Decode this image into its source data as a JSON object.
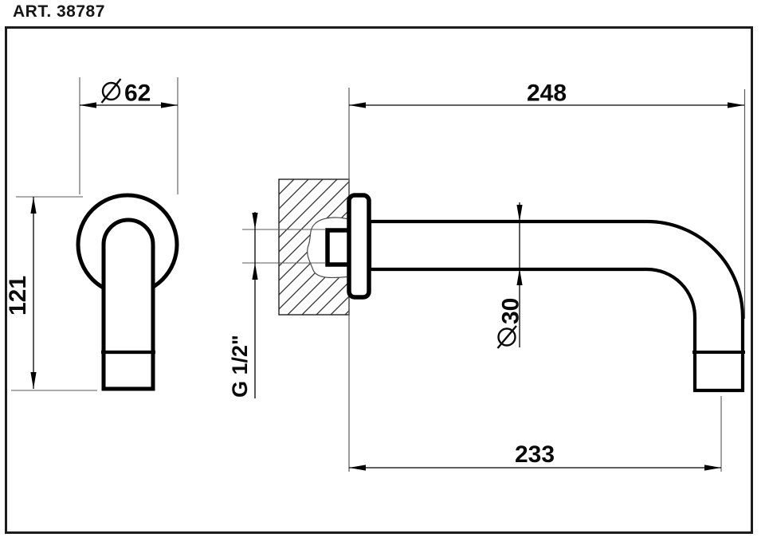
{
  "title": "ART. 38787",
  "dimensions": {
    "flange_diameter_symbol": "⌀",
    "flange_diameter_value": "62",
    "height_value": "121",
    "reach_value": "248",
    "projection_value": "233",
    "spout_diameter_symbol": "⌀",
    "spout_diameter_value": "30",
    "thread_label": "G 1/2\""
  },
  "colors": {
    "object_line": "#000000",
    "extension_line": "#5a5a5a",
    "frame": "#1c1c1c",
    "hatch": "#2e2e2e"
  }
}
